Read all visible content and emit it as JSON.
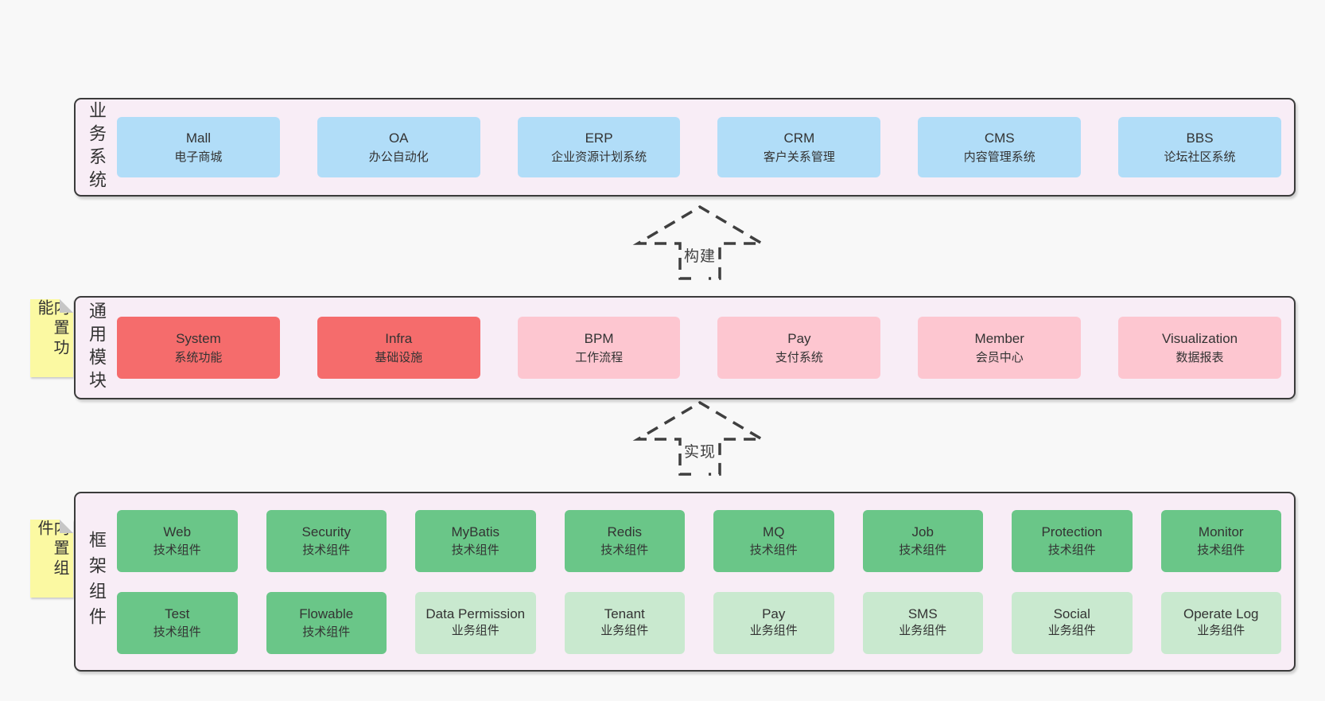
{
  "colors": {
    "page_bg": "#f8f8f8",
    "panel_bg": "#f8edf6",
    "panel_border": "#3b3b3b",
    "business_box_blue": "#b1ddf8",
    "core_module_red": "#f56c6c",
    "module_pink": "#fdc6d0",
    "tech_component_green": "#6ac688",
    "biz_component_light_green": "#c9e9cf",
    "note_yellow": "#fbf9a2",
    "note_fold_gray": "#c6c6c6",
    "text": "#333333"
  },
  "arrows": {
    "build": "构建",
    "implement": "实现"
  },
  "business": {
    "label": "业务系统",
    "boxes": [
      {
        "en": "Mall",
        "zh": "电子商城"
      },
      {
        "en": "OA",
        "zh": "办公自动化"
      },
      {
        "en": "ERP",
        "zh": "企业资源计划系统"
      },
      {
        "en": "CRM",
        "zh": "客户关系管理"
      },
      {
        "en": "CMS",
        "zh": "内容管理系统"
      },
      {
        "en": "BBS",
        "zh": "论坛社区系统"
      }
    ]
  },
  "modules": {
    "label": "通用模块",
    "note": "内置功能",
    "boxes": [
      {
        "en": "System",
        "zh": "系统功能"
      },
      {
        "en": "Infra",
        "zh": "基础设施"
      },
      {
        "en": "BPM",
        "zh": "工作流程"
      },
      {
        "en": "Pay",
        "zh": "支付系统"
      },
      {
        "en": "Member",
        "zh": "会员中心"
      },
      {
        "en": "Visualization",
        "zh": "数据报表"
      }
    ]
  },
  "components": {
    "label": "框架组件",
    "note": "内置组件",
    "row1": [
      {
        "en": "Web",
        "zh": "技术组件"
      },
      {
        "en": "Security",
        "zh": "技术组件"
      },
      {
        "en": "MyBatis",
        "zh": "技术组件"
      },
      {
        "en": "Redis",
        "zh": "技术组件"
      },
      {
        "en": "MQ",
        "zh": "技术组件"
      },
      {
        "en": "Job",
        "zh": "技术组件"
      },
      {
        "en": "Protection",
        "zh": "技术组件"
      },
      {
        "en": "Monitor",
        "zh": "技术组件"
      }
    ],
    "row2": [
      {
        "en": "Test",
        "zh": "技术组件"
      },
      {
        "en": "Flowable",
        "zh": "技术组件"
      },
      {
        "en": "Data Permission",
        "zh": "业务组件"
      },
      {
        "en": "Tenant",
        "zh": "业务组件"
      },
      {
        "en": "Pay",
        "zh": "业务组件"
      },
      {
        "en": "SMS",
        "zh": "业务组件"
      },
      {
        "en": "Social",
        "zh": "业务组件"
      },
      {
        "en": "Operate Log",
        "zh": "业务组件"
      }
    ]
  }
}
